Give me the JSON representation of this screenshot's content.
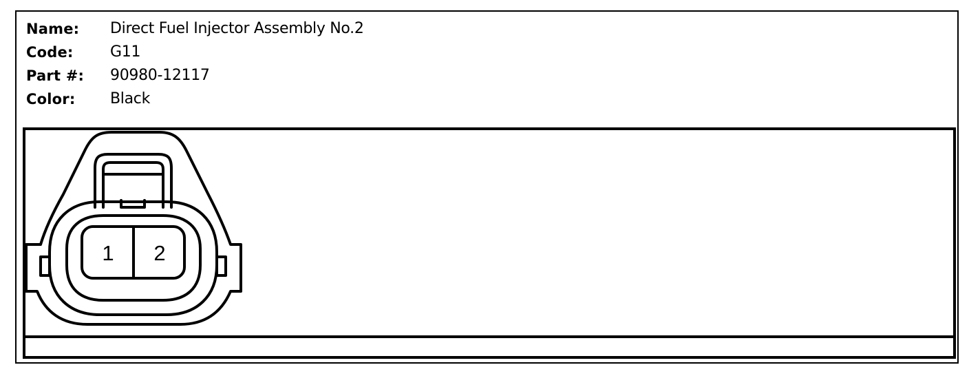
{
  "connector_info": {
    "name": {
      "label": "Name:",
      "value": "Direct Fuel Injector Assembly No.2"
    },
    "code": {
      "label": "Code:",
      "value": "G11"
    },
    "part": {
      "label": "Part #:",
      "value": "90980-12117"
    },
    "color": {
      "label": "Color:",
      "value": "Black"
    }
  },
  "connector_diagram": {
    "pins": [
      {
        "number": "1"
      },
      {
        "number": "2"
      }
    ]
  },
  "colors": {
    "line": "#000000",
    "background": "#ffffff"
  }
}
